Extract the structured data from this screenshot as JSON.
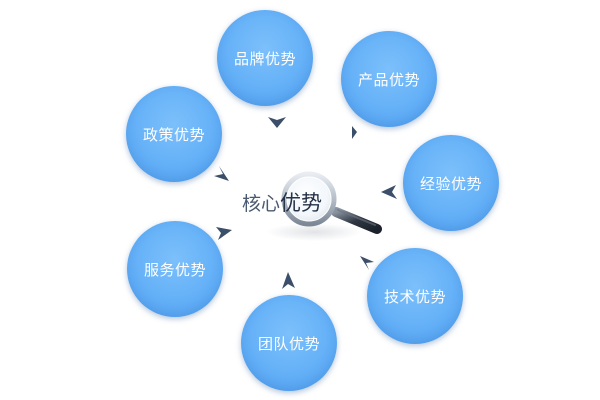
{
  "center": {
    "title_part1": "核心",
    "title_part2": "优势"
  },
  "advantages": [
    {
      "label": "品牌优势"
    },
    {
      "label": "产品优势"
    },
    {
      "label": "政策优势"
    },
    {
      "label": "经验优势"
    },
    {
      "label": "服务优势"
    },
    {
      "label": "技术优势"
    },
    {
      "label": "团队优势"
    }
  ],
  "colors": {
    "bubble": "#64b0f7",
    "arrow": "#3c4f6a",
    "text_dark": "#4a5a73"
  },
  "icons": {
    "center": "magnifier-icon",
    "pointer": "arrowhead-icon"
  }
}
